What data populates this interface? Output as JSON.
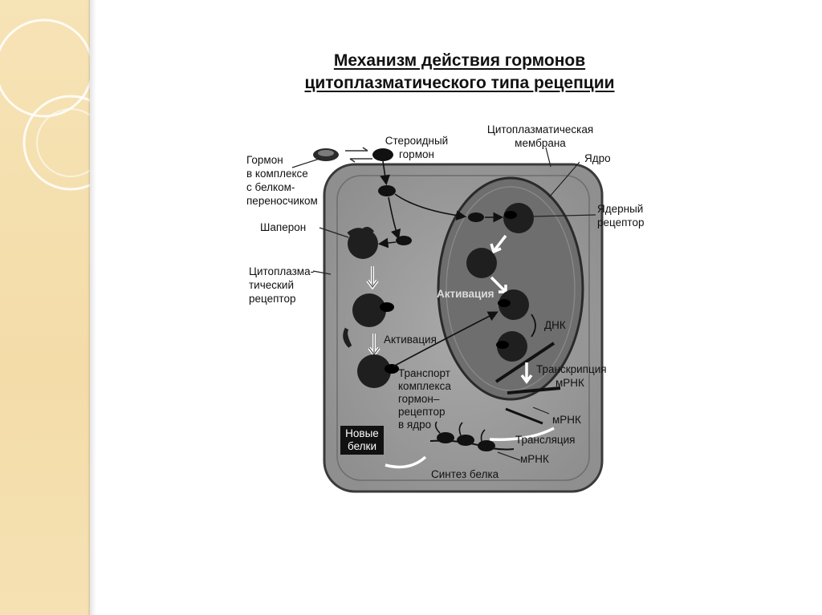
{
  "title": {
    "line1": "Механизм действия гормонов",
    "line2": "цитоплазматического типа рецепции"
  },
  "labels": {
    "steroid_hormone": [
      "Стероидный",
      "гормон"
    ],
    "hormone_complex": [
      "Гормон",
      "в комплексе",
      "с белком-",
      "переносчиком"
    ],
    "membrane": [
      "Цитоплазматическая",
      "мембрана"
    ],
    "nucleus": "Ядро",
    "nuclear_receptor": [
      "Ядерный",
      "рецептор"
    ],
    "chaperone": "Шаперон",
    "cyto_receptor": [
      "Цитоплазма-",
      "тический",
      "рецептор"
    ],
    "activation_nucleus": "Активация",
    "activation_cyto": "Активация",
    "dna": "ДНК",
    "transcription": "Транскрипция",
    "mrna1": "мРНК",
    "mrna2": "мРНК",
    "mrna3": "мРНК",
    "transport": [
      "Транспорт",
      "комплекса",
      "гормон–",
      "рецептор",
      "в ядро"
    ],
    "new_proteins": [
      "Новые",
      "белки"
    ],
    "translation": "Трансляция",
    "protein_synthesis": "Синтез белка"
  }
}
